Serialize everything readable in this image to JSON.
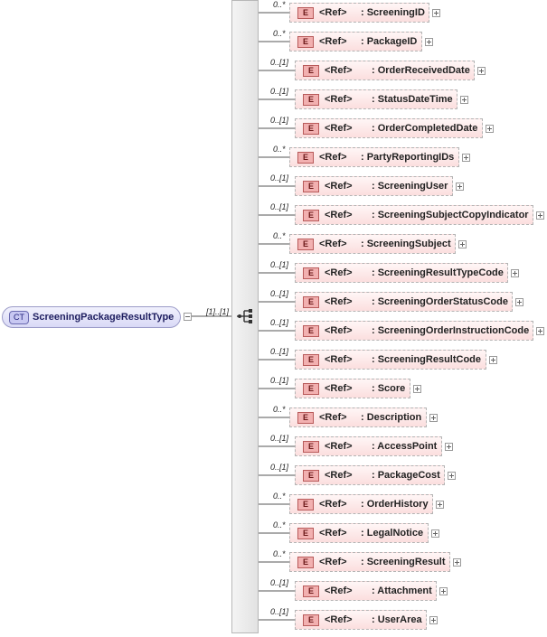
{
  "root": {
    "badge": "CT",
    "name": "ScreeningPackageResultType",
    "cardinality": "[1]..[1]"
  },
  "ref_label": "<Ref>",
  "element_badge": "E",
  "elements": [
    {
      "occurrence": "0..*",
      "name": ": ScreeningID",
      "optional": true
    },
    {
      "occurrence": "0..*",
      "name": ": PackageID",
      "optional": true
    },
    {
      "occurrence": "0..[1]",
      "name": ": OrderReceivedDate",
      "optional": true
    },
    {
      "occurrence": "0..[1]",
      "name": ": StatusDateTime",
      "optional": true
    },
    {
      "occurrence": "0..[1]",
      "name": ": OrderCompletedDate",
      "optional": true
    },
    {
      "occurrence": "0..*",
      "name": ": PartyReportingIDs",
      "optional": true
    },
    {
      "occurrence": "0..[1]",
      "name": ": ScreeningUser",
      "optional": true
    },
    {
      "occurrence": "0..[1]",
      "name": ": ScreeningSubjectCopyIndicator",
      "optional": true
    },
    {
      "occurrence": "0..*",
      "name": ": ScreeningSubject",
      "optional": true
    },
    {
      "occurrence": "0..[1]",
      "name": ": ScreeningResultTypeCode",
      "optional": true
    },
    {
      "occurrence": "0..[1]",
      "name": ": ScreeningOrderStatusCode",
      "optional": true
    },
    {
      "occurrence": "0..[1]",
      "name": ": ScreeningOrderInstructionCode",
      "optional": true
    },
    {
      "occurrence": "0..[1]",
      "name": ": ScreeningResultCode",
      "optional": true
    },
    {
      "occurrence": "0..[1]",
      "name": ": Score",
      "optional": true
    },
    {
      "occurrence": "0..*",
      "name": ": Description",
      "optional": true
    },
    {
      "occurrence": "0..[1]",
      "name": ": AccessPoint",
      "optional": true
    },
    {
      "occurrence": "0..[1]",
      "name": ": PackageCost",
      "optional": true
    },
    {
      "occurrence": "0..*",
      "name": ": OrderHistory",
      "optional": true
    },
    {
      "occurrence": "0..*",
      "name": ": LegalNotice",
      "optional": true
    },
    {
      "occurrence": "0..*",
      "name": ": ScreeningResult",
      "optional": true
    },
    {
      "occurrence": "0..[1]",
      "name": ": Attachment",
      "optional": true
    },
    {
      "occurrence": "0..[1]",
      "name": ": UserArea",
      "optional": true
    }
  ]
}
